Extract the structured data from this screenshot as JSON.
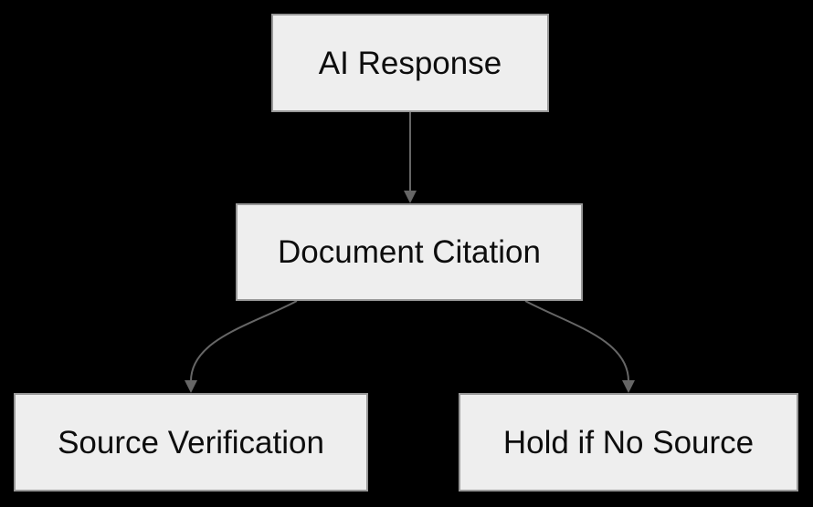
{
  "diagram": {
    "type": "flowchart",
    "direction": "top-down",
    "background": "#000000",
    "colors": {
      "node_fill": "#eeeeee",
      "node_border": "#999999",
      "edge": "#666666",
      "text": "#0d0d0d"
    },
    "nodes": [
      {
        "id": "ai-response",
        "label": "AI Response"
      },
      {
        "id": "document-citation",
        "label": "Document Citation"
      },
      {
        "id": "source-verification",
        "label": "Source Verification"
      },
      {
        "id": "hold-if-no-source",
        "label": "Hold if No Source"
      }
    ],
    "edges": [
      {
        "from": "AI Response",
        "to": "Document Citation",
        "style": "straight-arrow"
      },
      {
        "from": "Document Citation",
        "to": "Source Verification",
        "style": "curved-arrow"
      },
      {
        "from": "Document Citation",
        "to": "Hold if No Source",
        "style": "curved-arrow"
      }
    ]
  }
}
